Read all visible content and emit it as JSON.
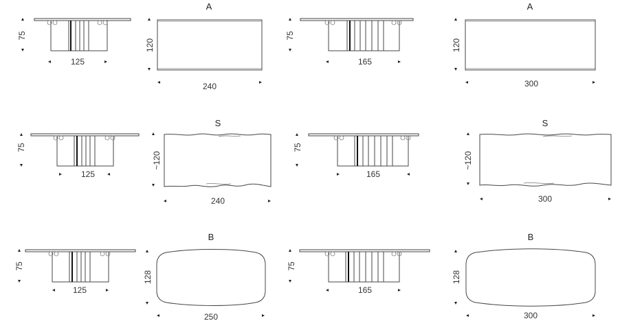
{
  "rows": [
    {
      "label": "row-a",
      "left": {
        "side_height": "75",
        "side_width": "125",
        "plan_title": "A",
        "plan_depth": "120",
        "plan_length": "240"
      },
      "right": {
        "side_height": "75",
        "side_width": "165",
        "plan_title": "A",
        "plan_depth": "120",
        "plan_length": "300"
      }
    },
    {
      "label": "row-s",
      "left": {
        "side_height": "75",
        "side_width": "125",
        "plan_title": "S",
        "plan_depth": "~120",
        "plan_length": "240"
      },
      "right": {
        "side_height": "75",
        "side_width": "165",
        "plan_title": "S",
        "plan_depth": "~120",
        "plan_length": "300"
      }
    },
    {
      "label": "row-b",
      "left": {
        "side_height": "75",
        "side_width": "125",
        "plan_title": "B",
        "plan_depth": "128",
        "plan_length": "250"
      },
      "right": {
        "side_height": "75",
        "side_width": "165",
        "plan_title": "B",
        "plan_depth": "128",
        "plan_length": "300"
      }
    }
  ]
}
